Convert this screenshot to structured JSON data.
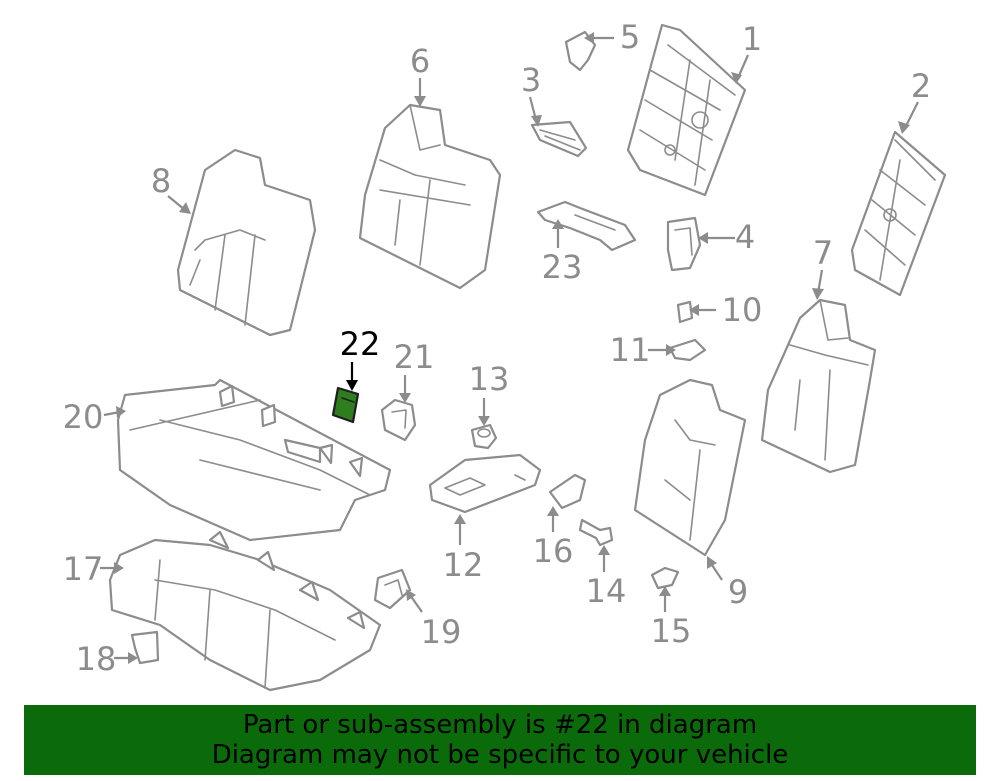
{
  "callouts": {
    "n1": "1",
    "n2": "2",
    "n3": "3",
    "n4": "4",
    "n5": "5",
    "n6": "6",
    "n7": "7",
    "n8": "8",
    "n9": "9",
    "n10": "10",
    "n11": "11",
    "n12": "12",
    "n13": "13",
    "n14": "14",
    "n15": "15",
    "n16": "16",
    "n17": "17",
    "n18": "18",
    "n19": "19",
    "n20": "20",
    "n21": "21",
    "n22": "22",
    "n23": "23"
  },
  "highlight": {
    "part": "22",
    "color": "#2e7d1e"
  },
  "banner": {
    "line1": "Part or sub-assembly is #22 in diagram",
    "line2": "Diagram may not be specific to your vehicle",
    "background": "#0b6b0b"
  }
}
